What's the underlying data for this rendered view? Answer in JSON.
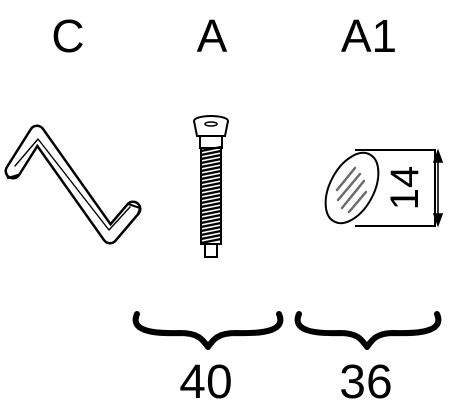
{
  "parts": [
    {
      "label": "C",
      "icon": "hex-key-icon"
    },
    {
      "label": "A",
      "icon": "screw-icon"
    },
    {
      "label": "A1",
      "icon": "dowel-icon"
    }
  ],
  "dowel_dimension": "14",
  "quantities": [
    {
      "value": "40",
      "icon": "brace-icon"
    },
    {
      "value": "36",
      "icon": "brace-icon"
    }
  ],
  "colors": {
    "ink": "#000000",
    "hatch": "#6b6b6b",
    "background": "#ffffff"
  }
}
